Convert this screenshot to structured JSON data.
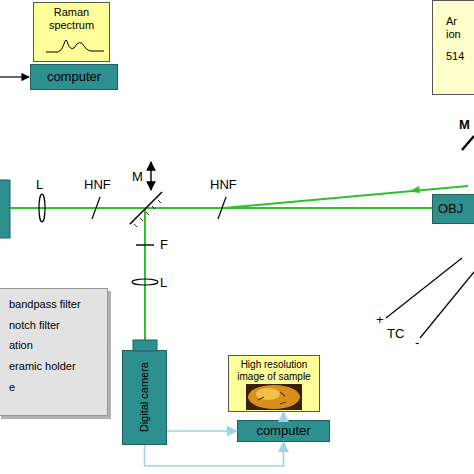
{
  "diagram": {
    "nodes": [
      {
        "text": [
          "Raman spectrum"
        ]
      },
      {
        "text": [
          "computer"
        ]
      },
      {
        "text": [
          "Ar ion",
          "514"
        ]
      },
      {
        "text": [
          "OBJ"
        ]
      },
      {
        "text": [
          "Digital camera"
        ]
      },
      {
        "text": [
          "High resolution image of sample"
        ]
      },
      {
        "text": [
          "computer"
        ]
      },
      {
        "text": [
          "bandpass filter",
          "notch filter",
          "ation",
          "eramic holder",
          "e"
        ]
      }
    ],
    "edges": [
      {
        "from": 4,
        "to": 6,
        "arrow": "to"
      },
      {
        "from": 4,
        "to": 6,
        "arrow": "to"
      },
      {
        "from": 6,
        "to": 5,
        "arrow": "to"
      }
    ],
    "labels": [
      "L",
      "HNF",
      "M",
      "HNF",
      "F",
      "L",
      "TC",
      "+",
      "-",
      "M"
    ]
  }
}
